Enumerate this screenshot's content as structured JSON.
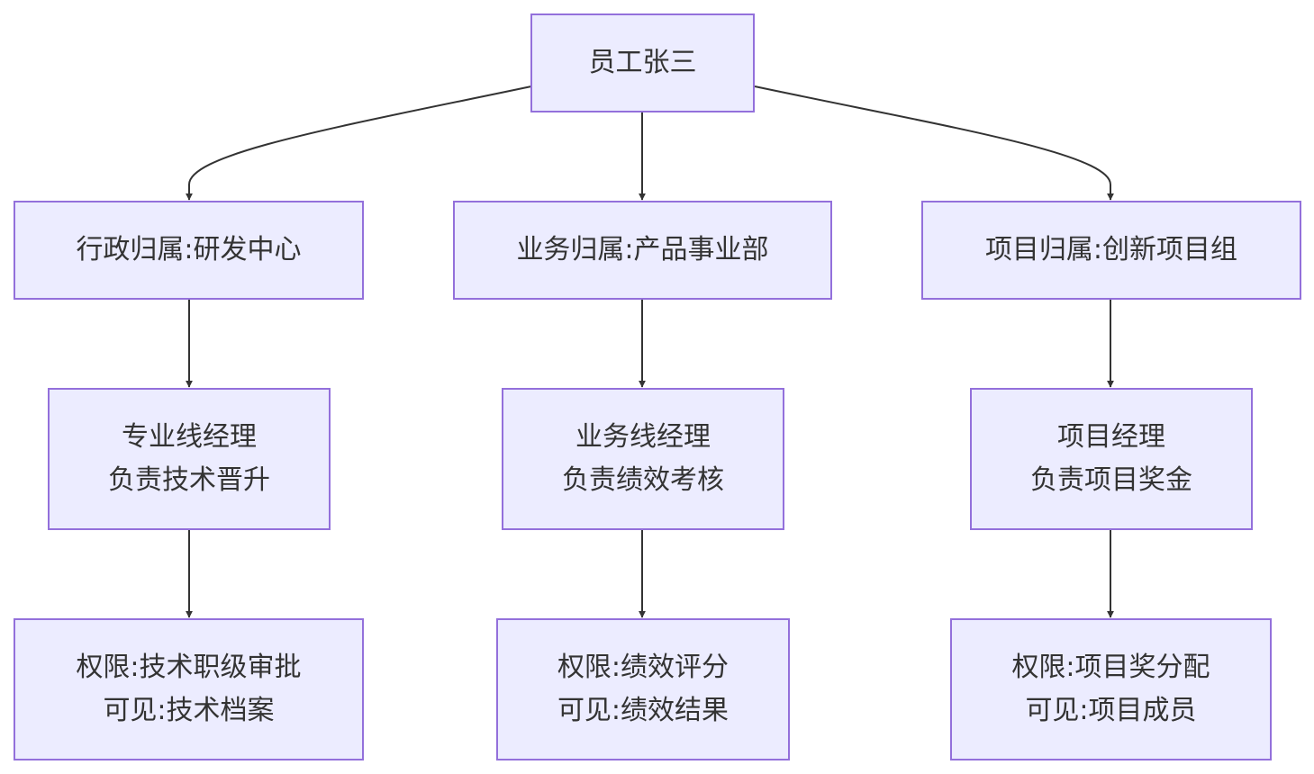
{
  "colors": {
    "node_fill": "#ECECFF",
    "node_border": "#9370DB",
    "edge": "#333333",
    "text": "#333333"
  },
  "nodes": {
    "employee": {
      "line1": "员工张三"
    },
    "admin": {
      "line1": "行政归属:研发中心"
    },
    "business": {
      "line1": "业务归属:产品事业部"
    },
    "project": {
      "line1": "项目归属:创新项目组"
    },
    "tech_manager": {
      "line1": "专业线经理",
      "line2": "负责技术晋升"
    },
    "biz_manager": {
      "line1": "业务线经理",
      "line2": "负责绩效考核"
    },
    "proj_manager": {
      "line1": "项目经理",
      "line2": "负责项目奖金"
    },
    "tech_perm": {
      "line1": "权限:技术职级审批",
      "line2": "可见:技术档案"
    },
    "biz_perm": {
      "line1": "权限:绩效评分",
      "line2": "可见:绩效结果"
    },
    "proj_perm": {
      "line1": "权限:项目奖分配",
      "line2": "可见:项目成员"
    }
  }
}
